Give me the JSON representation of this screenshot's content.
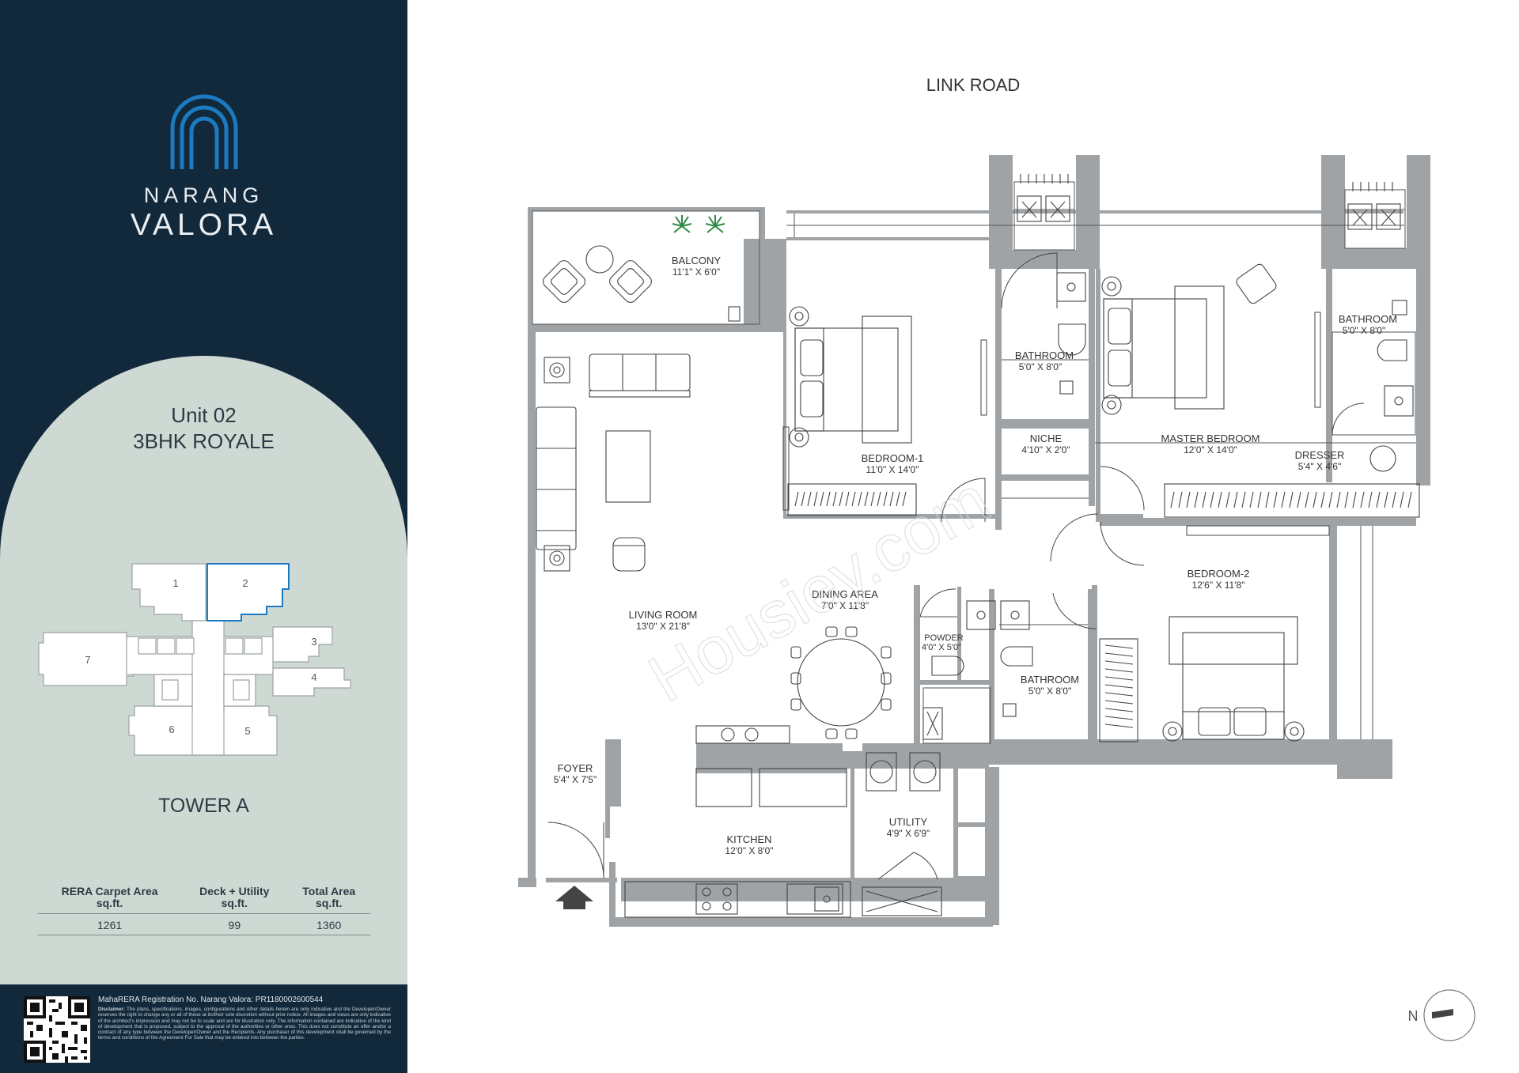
{
  "brand": {
    "name_line1": "NARANG",
    "name_line2": "VALORA"
  },
  "unit": {
    "number": "Unit 02",
    "type": "3BHK ROYALE"
  },
  "tower": {
    "label": "TOWER A",
    "unit_numbers": [
      "1",
      "2",
      "3",
      "4",
      "5",
      "6",
      "7"
    ],
    "highlighted_unit": "2"
  },
  "area_table": {
    "headers": [
      {
        "line1": "RERA Carpet Area",
        "line2": "sq.ft."
      },
      {
        "line1": "Deck + Utility",
        "line2": "sq.ft."
      },
      {
        "line1": "Total Area",
        "line2": "sq.ft."
      }
    ],
    "values": [
      "1261",
      "99",
      "1360"
    ]
  },
  "footer": {
    "rera": "MahaRERA Registration No. Narang Valora: PR1180002600544",
    "disclaimer_label": "Disclaimer:",
    "disclaimer": "The plans, specifications, images, configurations and other details herein are only indicative and the Developer/Owner reserves the right to change any or all of these at its/their sole discretion without prior notice. All images and views are only indicative of the architect's impression and may not be to scale and are for illustration only. The information contained are indicative of the kind of development that is proposed, subject to the approval of the authorities or other ones. This does not constitute an offer and/or a contract of any type between the Developer/Owner and the Recipients. Any purchaser of this development shall be governed by the terms and conditions of the Agreement For Sale that may be entered into between the parties."
  },
  "plan": {
    "road": "LINK ROAD",
    "watermark": "Housiey.com",
    "north": "N",
    "rooms": [
      {
        "key": "balcony",
        "name": "BALCONY",
        "size": "11'1\" X 6'0\""
      },
      {
        "key": "living",
        "name": "LIVING ROOM",
        "size": "13'0\" X 21'8\""
      },
      {
        "key": "bedroom1",
        "name": "BEDROOM-1",
        "size": "11'0\" X 14'0\""
      },
      {
        "key": "bath1",
        "name": "BATHROOM",
        "size": "5'0\" X 8'0\""
      },
      {
        "key": "niche",
        "name": "NICHE",
        "size": "4'10\" X 2'0\""
      },
      {
        "key": "master",
        "name": "MASTER BEDROOM",
        "size": "12'0\" X 14'0\""
      },
      {
        "key": "bath2",
        "name": "BATHROOM",
        "size": "5'0\" X 8'0\""
      },
      {
        "key": "dresser",
        "name": "DRESSER",
        "size": "5'4\" X 4'6\""
      },
      {
        "key": "dining",
        "name": "DINING AREA",
        "size": "7'0\" X 11'8\""
      },
      {
        "key": "powder",
        "name": "POWDER",
        "size": "4'0\" X 5'0\""
      },
      {
        "key": "bath3",
        "name": "BATHROOM",
        "size": "5'0\" X 8'0\""
      },
      {
        "key": "bedroom2",
        "name": "BEDROOM-2",
        "size": "12'6\" X 11'8\""
      },
      {
        "key": "foyer",
        "name": "FOYER",
        "size": "5'4\" X 7'5\""
      },
      {
        "key": "kitchen",
        "name": "KITCHEN",
        "size": "12'0\" X 8'0\""
      },
      {
        "key": "utility",
        "name": "UTILITY",
        "size": "4'9\" X 6'9\""
      }
    ]
  },
  "colors": {
    "navy": "#12293b",
    "sage": "#cfd9d4",
    "logo_blue": "#1c7bc0",
    "wall_gray": "#9fa3a6"
  }
}
